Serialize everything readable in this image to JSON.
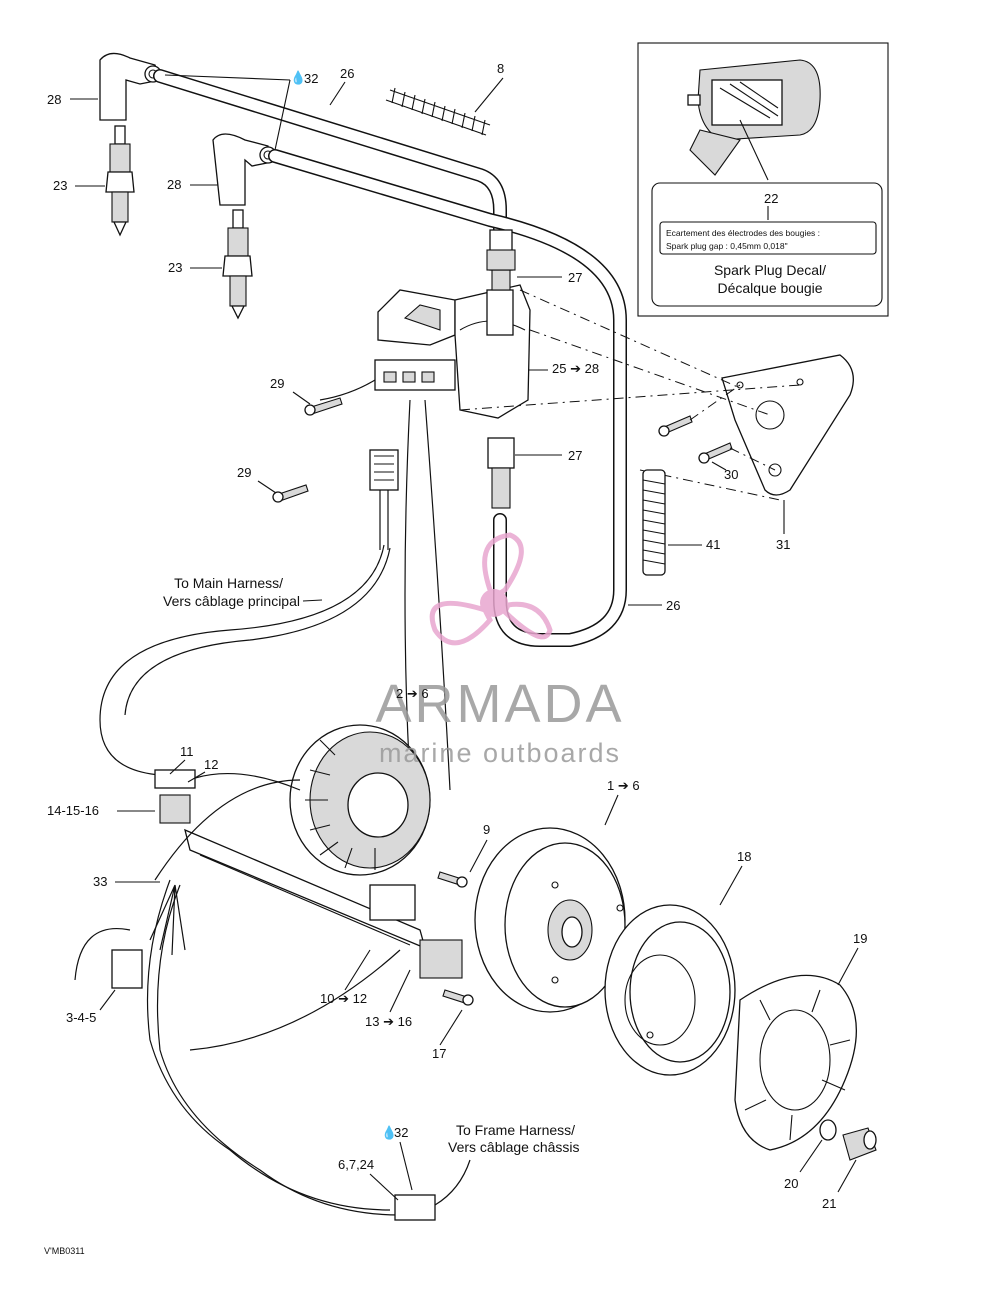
{
  "callouts": {
    "c28a": "28",
    "c23a": "23",
    "c28b": "28",
    "c23b": "23",
    "c32a": "32",
    "c26a": "26",
    "c8": "8",
    "c22": "22",
    "c27a": "27",
    "c25": "25",
    "c28c": "28",
    "c29a": "29",
    "c27b": "27",
    "c29b": "29",
    "c30": "30",
    "c41": "41",
    "c31": "31",
    "c26b": "26",
    "c2": "2",
    "c6a": "6",
    "c11": "11",
    "c12a": "12",
    "c141516": "14-15-16",
    "c1": "1",
    "c6b": "6",
    "c9": "9",
    "c18": "18",
    "c33": "33",
    "c19": "19",
    "c10": "10",
    "c12b": "12",
    "c345": "3-4-5",
    "c13": "13",
    "c16": "16",
    "c17": "17",
    "c32b": "32",
    "c6724": "6,7,24",
    "c20": "20",
    "c21": "21"
  },
  "decal": {
    "line1": "Ecartement des électrodes des bougies :",
    "line2": "Spark plug gap :     0,45mm   0,018\"",
    "caption1": "Spark Plug Decal/",
    "caption2": "Décalque bougie"
  },
  "harness": {
    "main1": "To Main Harness/",
    "main2": "Vers câblage principal",
    "frame1": "To Frame Harness/",
    "frame2": "Vers câblage châssis"
  },
  "drawing_code": "V'MB0311",
  "watermark": {
    "brand": "ARMADA",
    "tagline": "marine outboards",
    "color_pink": "#e8a6cf",
    "color_gray": "#9a9a9a"
  }
}
